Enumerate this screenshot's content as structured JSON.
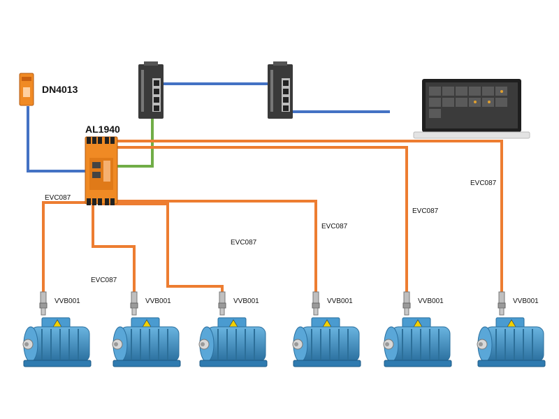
{
  "devices": {
    "power_supply": {
      "label": "DN4013"
    },
    "iolink_master": {
      "label": "AL1940"
    }
  },
  "cable_labels": [
    "EVC087",
    "EVC087",
    "EVC087",
    "EVC087",
    "EVC087",
    "EVC087"
  ],
  "sensors": [
    {
      "label": "VVB001"
    },
    {
      "label": "VVB001"
    },
    {
      "label": "VVB001"
    },
    {
      "label": "VVB001"
    },
    {
      "label": "VVB001"
    },
    {
      "label": "VVB001"
    }
  ],
  "colors": {
    "ethernet": "#4472c4",
    "iot_link": "#70ad47",
    "sensor_cable": "#ed7d31",
    "motor": "#3a8fc4",
    "device_orange": "#f08a24"
  }
}
